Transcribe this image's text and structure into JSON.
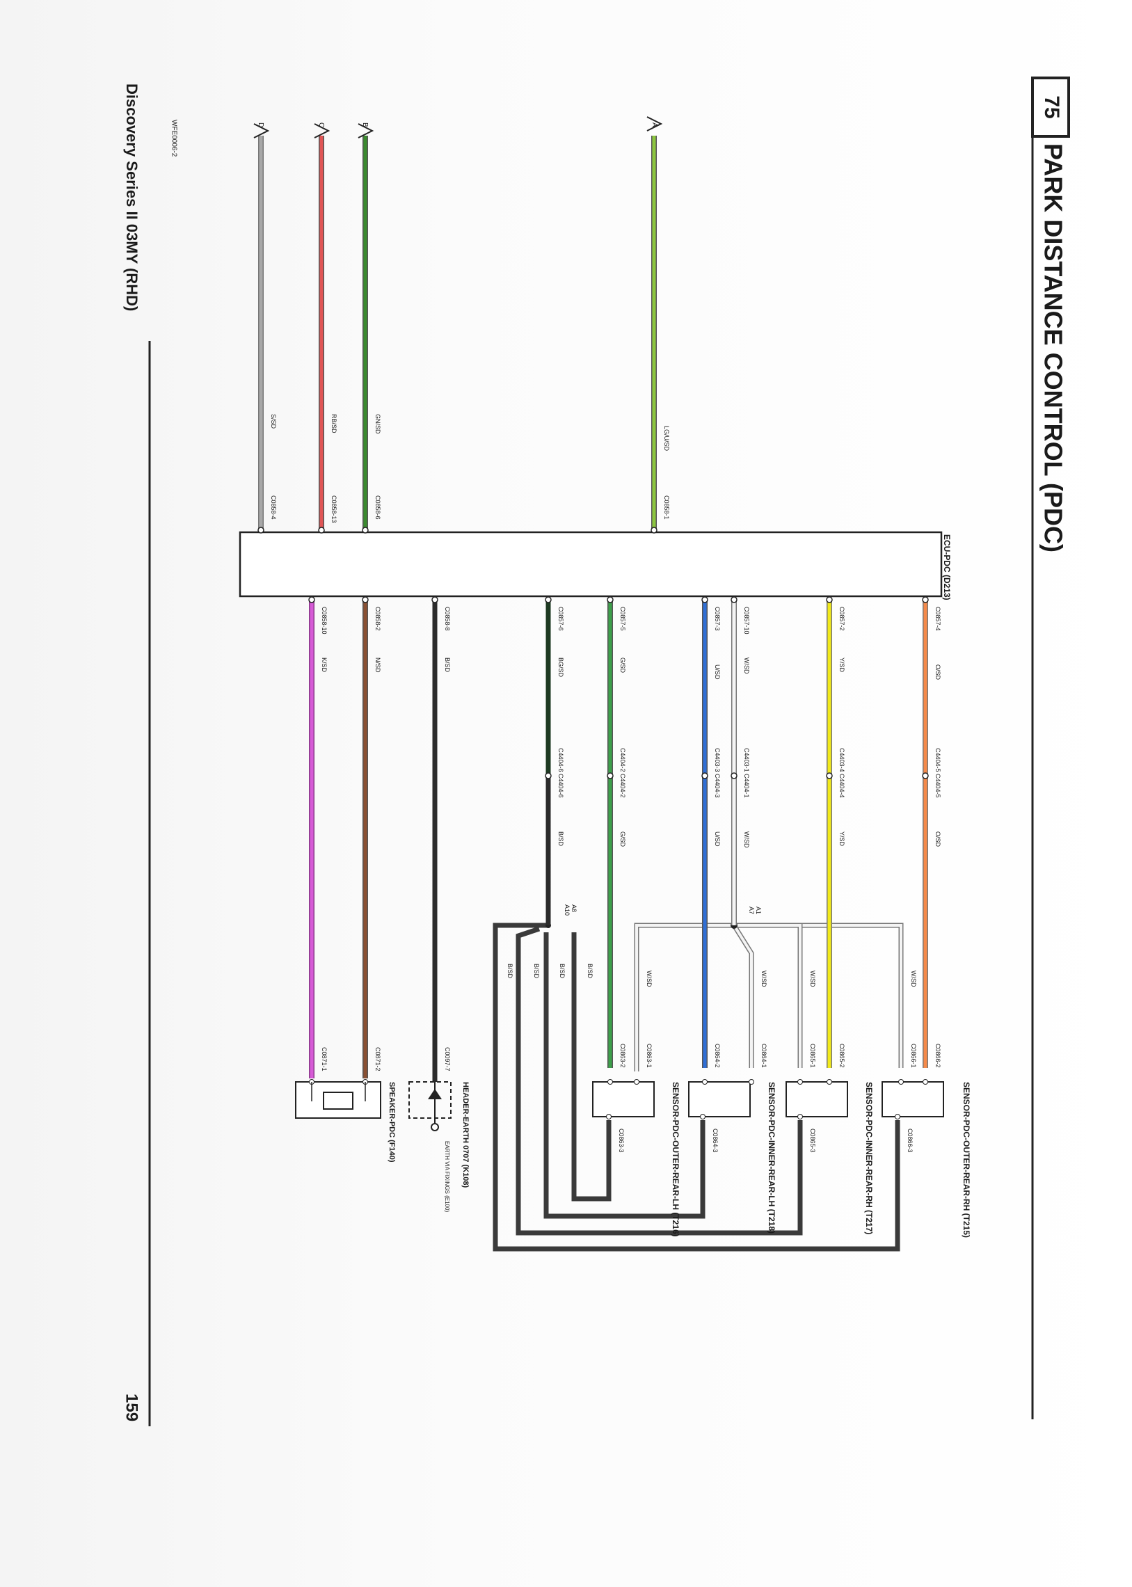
{
  "header": {
    "section_number": "75",
    "title": "PARK DISTANCE CONTROL (PDC)"
  },
  "footer": {
    "vehicle": "Discovery Series II 03MY (RHD)",
    "page_number": "159",
    "drawing_ref": "WFE0006-2"
  },
  "colors": {
    "LG_U": "#8cc63f",
    "GN_SD": "#3a8a2e",
    "RB_SD": "#e05555",
    "S_SD": "#a8a8a8",
    "O_SD": "#f58a4a",
    "Y_SD": "#f2ea1a",
    "W_SD": "#f4f4f4",
    "U_SD": "#2f6fd6",
    "G_SD": "#3ca04a",
    "BG_SD": "#1e3a22",
    "B_SD": "#2b2b2b",
    "N_SD": "#8a5032",
    "K_SD": "#d65ad6"
  },
  "ecu": {
    "label": "ECU-PDC (D213)",
    "left_pins": [
      {
        "connector": "C0858-1",
        "wire": "LG/U/SD",
        "link": "A"
      },
      {
        "connector": "C0858-6",
        "wire": "GN/SD",
        "link": "B"
      },
      {
        "connector": "C0858-13",
        "wire": "RB/SD",
        "link": "C"
      },
      {
        "connector": "C0858-4",
        "wire": "S/SD",
        "link": "D"
      }
    ],
    "right_pins": [
      {
        "connector": "C0857-4",
        "wire": "O/SD",
        "splice": "C4404-5 C4404-5",
        "wire2": "O/SD"
      },
      {
        "connector": "C0857-2",
        "wire": "Y/SD",
        "splice": "C4403-4 C4404-4",
        "wire2": "Y/SD"
      },
      {
        "connector": "C0857-10",
        "wire": "W/SD",
        "splice": "C4403-1 C4404-1",
        "wire2": "W/SD"
      },
      {
        "connector": "C0857-3",
        "wire": "U/SD",
        "splice": "C4403-3 C4404-3",
        "wire2": "U/SD"
      },
      {
        "connector": "C0857-5",
        "wire": "G/SD",
        "splice": "C4404-2 C4404-2",
        "wire2": "G/SD"
      },
      {
        "connector": "C0857-6",
        "wire": "BG/SD",
        "splice": "C4404-6 C4404-6",
        "wire2": "B/SD"
      },
      {
        "connector": "C0858-8",
        "wire": "B/SD"
      },
      {
        "connector": "C0858-2",
        "wire": "N/SD"
      },
      {
        "connector": "C0858-10",
        "wire": "K/SD"
      }
    ]
  },
  "splice_points": {
    "w_splice": [
      "A1",
      "A7"
    ],
    "b_splice": [
      "A8",
      "A10"
    ]
  },
  "sensors": [
    {
      "name": "SENSOR-PDC-OUTER-REAR-RH (T215)",
      "pins": [
        "C0866-2",
        "C0866-1",
        "C0866-3"
      ],
      "wires": [
        "O/SD",
        "W/SD"
      ]
    },
    {
      "name": "SENSOR-PDC-INNER-REAR-RH (T217)",
      "pins": [
        "C0865-2",
        "C0865-1",
        "C0865-3"
      ],
      "wires": [
        "Y/SD",
        "W/SD"
      ]
    },
    {
      "name": "SENSOR-PDC-INNER-REAR-LH (T218)",
      "pins": [
        "C0864-1",
        "C0864-2",
        "C0864-3"
      ],
      "wires": [
        "W/SD",
        "U/SD"
      ]
    },
    {
      "name": "SENSOR-PDC-OUTER-REAR-LH (T216)",
      "pins": [
        "C0863-2",
        "C0863-1",
        "C0863-3"
      ],
      "wires": [
        "G/SD",
        "W/SD"
      ]
    }
  ],
  "ground_wires": [
    "B/SD",
    "B/SD",
    "B/SD",
    "B/SD"
  ],
  "earth": {
    "connector": "C0097-7",
    "name": "HEADER-EARTH 0707 (K108)",
    "note": "EARTH VIA FIXINGS (E100)"
  },
  "speaker": {
    "name": "SPEAKER-PDC (F140)",
    "pins": [
      "C0871-1",
      "C0871-2"
    ]
  }
}
